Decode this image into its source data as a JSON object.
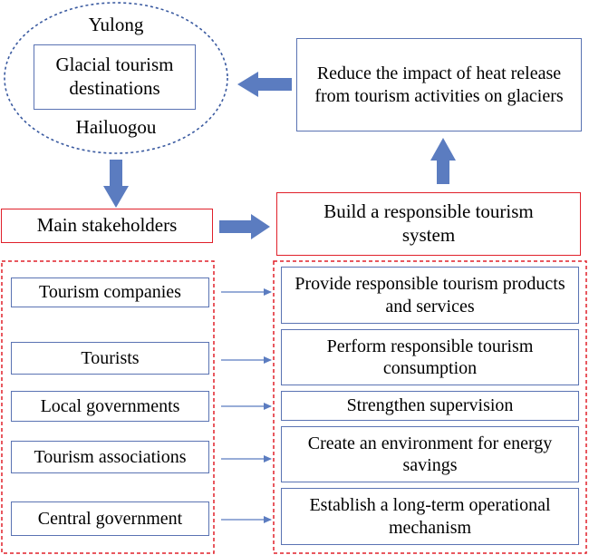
{
  "destinations": {
    "top_label": "Yulong",
    "box_text": "Glacial tourism destinations",
    "bottom_label": "Hailuogou"
  },
  "goal": "Reduce the impact of heat release from tourism activities on glaciers",
  "main_stakeholders": "Main stakeholders",
  "system": "Build a responsible tourism system",
  "stakeholders": [
    "Tourism companies",
    "Tourists",
    "Local governments",
    "Tourism associations",
    "Central government"
  ],
  "actions": [
    "Provide responsible tourism products and services",
    "Perform responsible tourism consumption",
    "Strengthen supervision",
    "Create an environment for energy savings",
    "Establish a long-term operational mechanism"
  ],
  "colors": {
    "blue_border": "#5a73b3",
    "red_border": "#e0202a",
    "arrow_fill": "#5b7cc0",
    "ellipse_stroke": "#3a5aa0"
  }
}
